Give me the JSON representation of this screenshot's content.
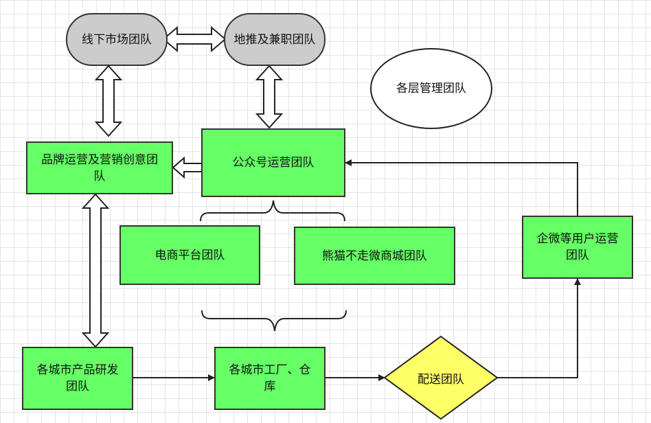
{
  "diagram": {
    "nodes": {
      "offline_team": "线下市场团队",
      "ground_team": "地推及兼职团队",
      "mgmt": "各层管理团队",
      "brand_team": "品牌运营及营销创意团队",
      "wechat_team": "公众号运营团队",
      "ecom_team": "电商平台团队",
      "panda_team": "熊猫不走微商城团队",
      "wecom_team": "企微等用户运营团队",
      "rd_team": "各城市产品研发团队",
      "factory": "各城市工厂、仓库",
      "delivery": "配送团队"
    },
    "colors": {
      "team_fill": "#66ff66",
      "offline_fill": "#cccccc",
      "delivery_fill": "#ffff66",
      "stroke": "#333333"
    }
  }
}
